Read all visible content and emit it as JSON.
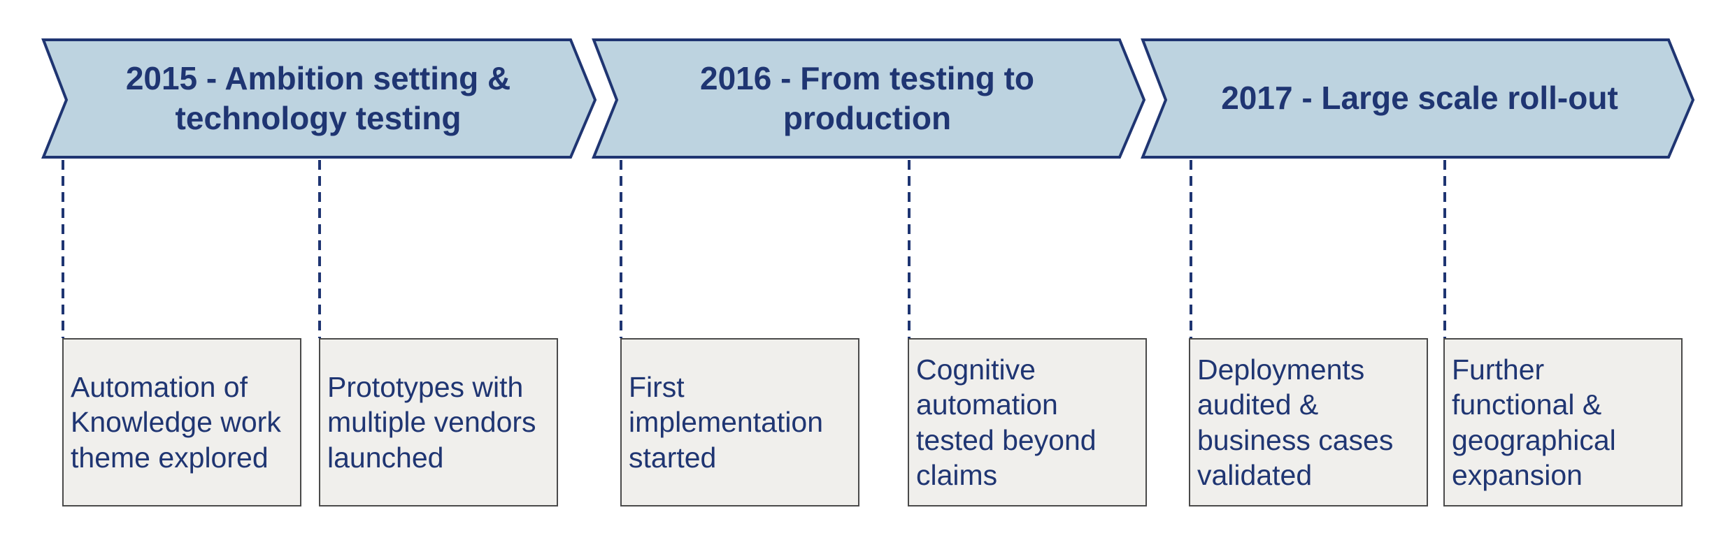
{
  "colors": {
    "chevron_fill": "#bdd3e0",
    "chevron_stroke": "#1f3572",
    "text": "#1f3572",
    "box_fill": "#f0efec",
    "box_stroke": "#4a4a4a",
    "connector": "#1f3572"
  },
  "phases": [
    {
      "title": "2015 - Ambition setting & technology testing",
      "milestones": [
        "Automation of Knowledge work theme explored",
        "Prototypes with multiple vendors launched"
      ]
    },
    {
      "title": "2016 - From testing to production",
      "milestones": [
        "First implementation started",
        "Cognitive automation tested beyond claims"
      ]
    },
    {
      "title": "2017 - Large scale roll-out",
      "milestones": [
        "Deployments audited & business cases validated",
        "Further functional & geographical expansion"
      ]
    }
  ]
}
